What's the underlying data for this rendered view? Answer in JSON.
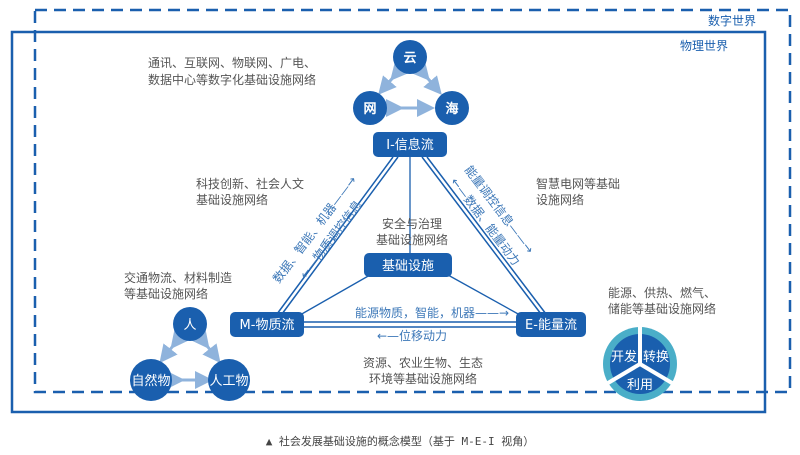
{
  "frames": {
    "digital": "数字世界",
    "physical": "物理世界"
  },
  "info_cluster": {
    "cloud": "云",
    "net": "网",
    "sea": "海",
    "desc_line1": "通讯、互联网、物联网、广电、",
    "desc_line2": "数据中心等数字化基础设施网络"
  },
  "nodes": {
    "info": "I-信息流",
    "material": "M-物质流",
    "energy": "E-能量流",
    "infra": "基础设施"
  },
  "notes": {
    "sci_line1": "科技创新、社会人文",
    "sci_line2": "基础设施网络",
    "grid_line1": "智慧电网等基础",
    "grid_line2": "设施网络",
    "security_line1": "安全与治理",
    "security_line2": "基础设施网络",
    "transport_line1": "交通物流、材料制造",
    "transport_line2": "等基础设施网络",
    "energy_line1": "能源、供热、燃气、",
    "energy_line2": "储能等基础设施网络",
    "resource_line1": "资源、农业生物、生态",
    "resource_line2": "环境等基础设施网络"
  },
  "edges": {
    "left_up": "数据、智能、机器——→",
    "left_down": "←—物质调控信息",
    "right_down": "能量调控信息——→",
    "right_up": "←—数据、能量动力",
    "bottom_right": "能源物质，智能，机器——→",
    "bottom_left": "←—位移动力"
  },
  "human_cluster": {
    "human": "人",
    "natural": "自然物",
    "artificial": "人工物"
  },
  "cycle": {
    "develop": "开发",
    "convert": "转换",
    "use": "利用"
  },
  "caption": "▲ 社会发展基础设施的概念模型（基于 M-E-I 视角）",
  "colors": {
    "primary": "#1a5fae",
    "light": "#8fb3dc",
    "cycle_ring": "#4aaec8"
  }
}
